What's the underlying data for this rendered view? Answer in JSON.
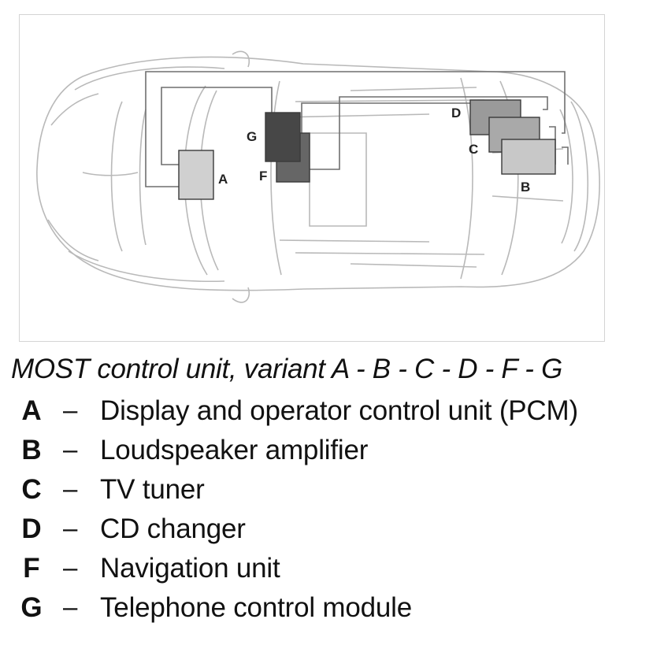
{
  "caption": "MOST control unit, variant A - B - C - D - F - G",
  "units": [
    {
      "key": "A",
      "label": "A",
      "description": "Display and operator control unit (PCM)",
      "fill": "#d0d0d0"
    },
    {
      "key": "B",
      "label": "B",
      "description": "Loudspeaker amplifier",
      "fill": "#c8c8c8"
    },
    {
      "key": "C",
      "label": "C",
      "description": "TV tuner",
      "fill": "#a9a9a9"
    },
    {
      "key": "D",
      "label": "D",
      "description": "CD changer",
      "fill": "#9a9a9a"
    },
    {
      "key": "F",
      "label": "F",
      "description": "Navigation unit",
      "fill": "#666666"
    },
    {
      "key": "G",
      "label": "G",
      "description": "Telephone control module",
      "fill": "#474747"
    }
  ],
  "legend_dash": "–"
}
